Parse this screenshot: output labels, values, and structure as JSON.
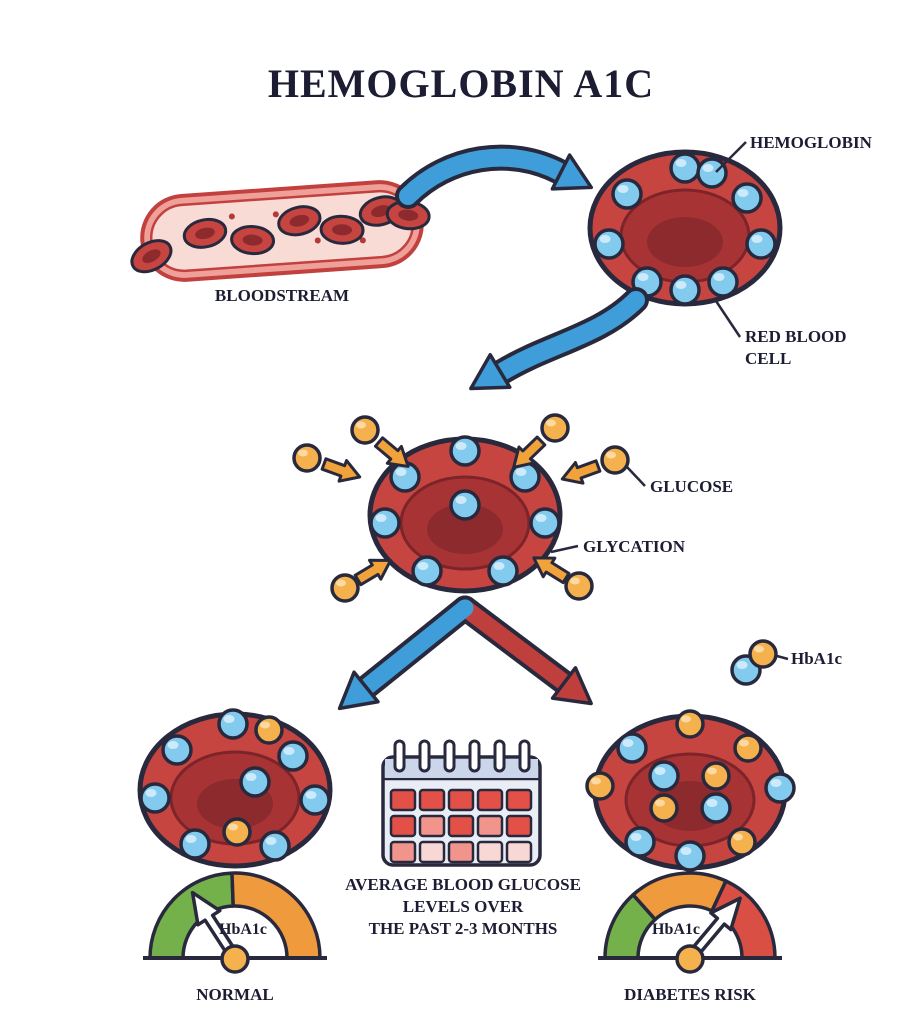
{
  "title": "HEMOGLOBIN A1C",
  "labels": {
    "bloodstream": "BLOODSTREAM",
    "hemoglobin": "HEMOGLOBIN",
    "red_blood_cell_line1": "RED BLOOD",
    "red_blood_cell_line2": "CELL",
    "glucose": "GLUCOSE",
    "glycation": "GLYCATION",
    "hba1c": "HbA1c"
  },
  "calendar": {
    "caption_line1": "AVERAGE BLOOD GLUCOSE",
    "caption_line2": "LEVELS OVER",
    "caption_line3": "THE PAST 2-3 MONTHS",
    "grid": [
      [
        "red",
        "red",
        "red",
        "red",
        "red"
      ],
      [
        "red",
        "pink",
        "red",
        "pink",
        "red"
      ],
      [
        "pink",
        "light",
        "pink",
        "light",
        "light"
      ]
    ]
  },
  "gauges": {
    "left": {
      "label": "HbA1c",
      "caption": "NORMAL"
    },
    "right": {
      "label": "HbA1c",
      "caption": "DIABETES RISK"
    }
  },
  "colors": {
    "outline": "#29293e",
    "text": "#1c1c33",
    "red_blood_cell": "#c64540",
    "hemoglobin_sphere": "#82cbee",
    "glucose_sphere": "#f4b14d",
    "arrow_blue": "#3f9ed9",
    "arrow_red": "#bf3f3d",
    "gauge_green": "#74b14b",
    "gauge_orange": "#f09a3e",
    "gauge_red": "#d94f44",
    "calendar_cells": {
      "red": "#e25048",
      "pink": "#f0948c",
      "light": "#f8d8d4"
    }
  }
}
